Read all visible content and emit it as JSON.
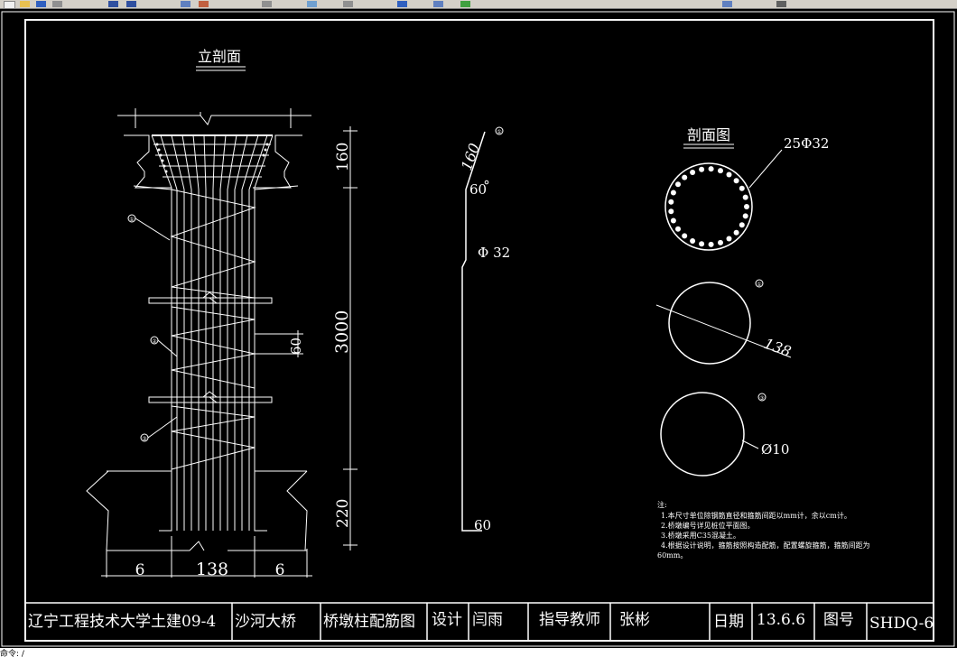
{
  "status": {
    "text": "命令: /"
  },
  "drawing": {
    "elevation_title": "立剖面",
    "section_title": "剖面图",
    "dims": {
      "top": "160",
      "middle": "3000",
      "bottom": "220",
      "spacing": "60",
      "width_left": "6",
      "width_center": "138",
      "width_right": "6"
    },
    "bar": {
      "hook_length": "160",
      "hook_angle": "60",
      "diameter": "Φ 32",
      "foot": "60",
      "marker_1": "①",
      "marker_2": "②",
      "marker_3": "③"
    },
    "section": {
      "main_bars": "25Φ32",
      "diameter": "138",
      "stirrup": "Ø10",
      "marker_top": "①",
      "marker_mid": "②",
      "marker_low": "③"
    },
    "notes": {
      "heading": "注:",
      "lines": [
        "1.本尺寸单位除钢筋直径和箍筋间距以mm计，余以cm计。",
        "2.桥墩编号详见桩位平面图。",
        "3.桥墩采用C35混凝土。",
        "4.根据设计说明，箍筋按照构造配筋，配置螺旋箍筋，箍筋间距为",
        "60mm。"
      ]
    },
    "title_block": {
      "school": "辽宁工程技术大学土建09-4",
      "project": "沙河大桥",
      "drawing_name": "桥墩柱配筋图",
      "design_label": "设计",
      "designer": "闫雨",
      "advisor_label": "指导教师",
      "advisor": "张彬",
      "date_label": "日期",
      "date": "13.6.6",
      "number_label": "图号",
      "number": "SHDQ-6"
    }
  }
}
